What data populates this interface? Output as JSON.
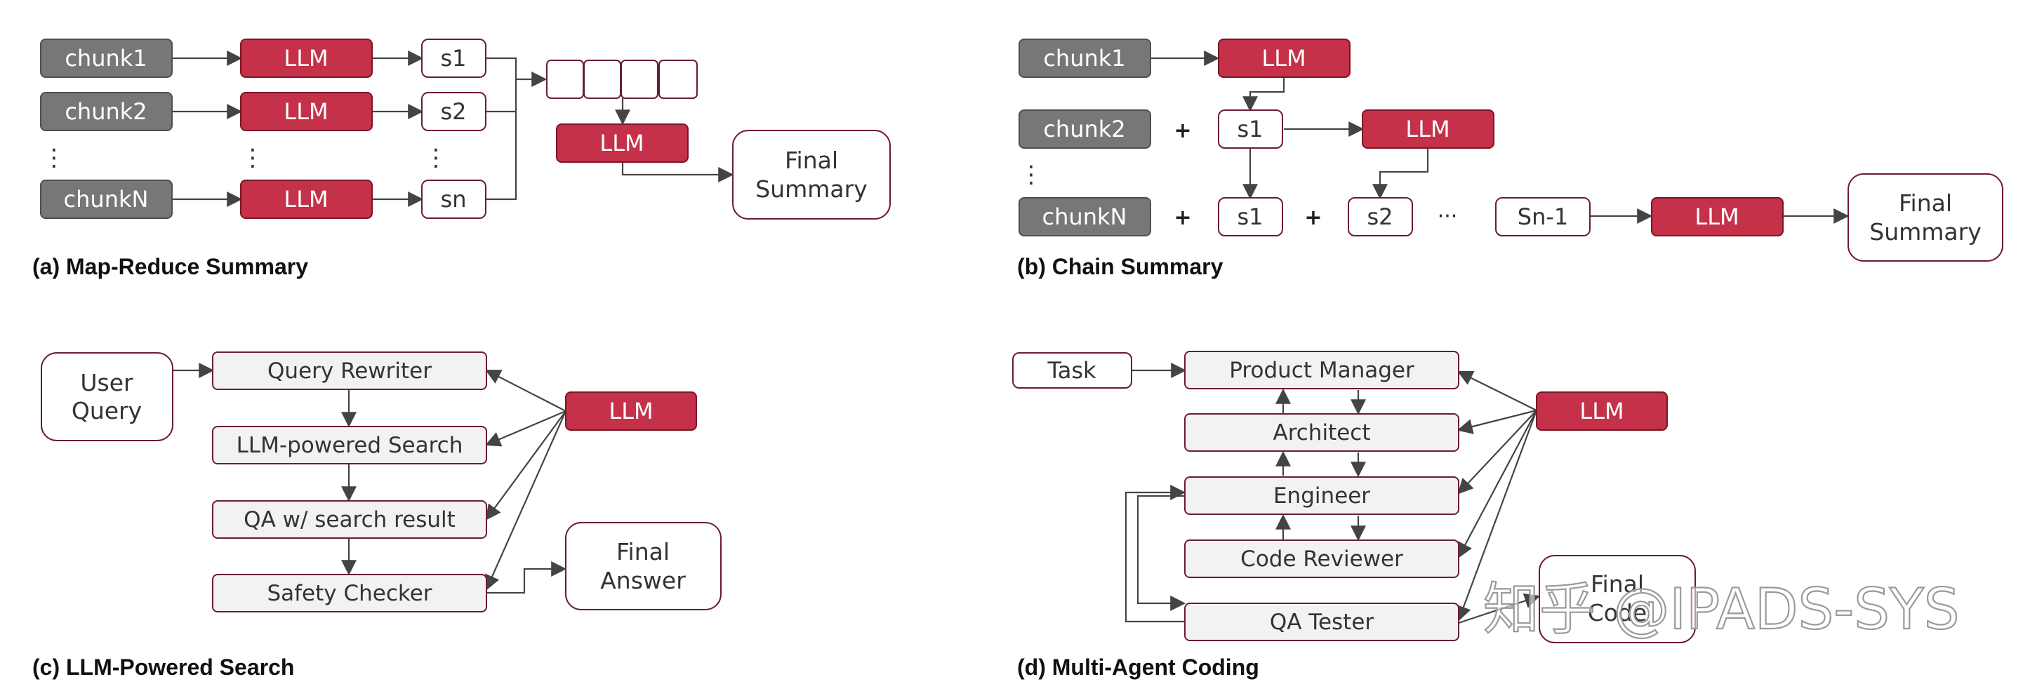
{
  "colors": {
    "llm_fill": "#c43148",
    "llm_border": "#7a1527",
    "chunk_fill": "#777777",
    "chunk_border": "#4f4f4f",
    "white_box_border": "#6b1d2e",
    "grey_box_fill": "#f2f2f2",
    "arrow": "#444444"
  },
  "panel_a": {
    "caption": "(a) Map-Reduce Summary",
    "chunk1": "chunk1",
    "chunk2": "chunk2",
    "chunkN": "chunkN",
    "llm": "LLM",
    "s1": "s1",
    "s2": "s2",
    "sn": "sn",
    "ellipsis": "⋮",
    "final_line1": "Final",
    "final_line2": "Summary"
  },
  "panel_b": {
    "caption": "(b) Chain Summary",
    "chunk1": "chunk1",
    "chunk2": "chunk2",
    "chunkN": "chunkN",
    "llm": "LLM",
    "s1": "s1",
    "s2": "s2",
    "sn_1": "Sn-1",
    "plus": "+",
    "dots": "···",
    "ellipsis": "⋮",
    "final_line1": "Final",
    "final_line2": "Summary"
  },
  "panel_c": {
    "caption": "(c) LLM-Powered Search",
    "user_line1": "User",
    "user_line2": "Query",
    "query_rewriter": "Query Rewriter",
    "llm_search": "LLM-powered Search",
    "qa_search": "QA w/ search result",
    "safety_checker": "Safety Checker",
    "llm": "LLM",
    "final_line1": "Final",
    "final_line2": "Answer"
  },
  "panel_d": {
    "caption": "(d) Multi-Agent Coding",
    "task": "Task",
    "product_manager": "Product Manager",
    "architect": "Architect",
    "engineer": "Engineer",
    "code_reviewer": "Code Reviewer",
    "qa_tester": "QA Tester",
    "llm": "LLM",
    "final_line1": "Final",
    "final_line2": "Code"
  },
  "watermark": "知乎 @IPADS-SYS"
}
